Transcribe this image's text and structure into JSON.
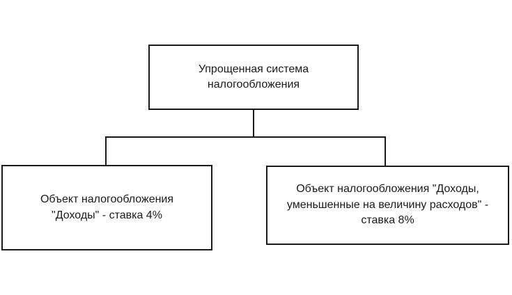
{
  "diagram": {
    "type": "flowchart",
    "root": {
      "label": "Упрощенная система налогообложения"
    },
    "children": [
      {
        "label": "Объект налогообложения \"Доходы\" - ставка 4%"
      },
      {
        "label": "Объект налогообложения \"Доходы, уменьшенные на величину расходов\" - ставка 8%"
      }
    ],
    "colors": {
      "border": "#1a1a1a",
      "line": "#1a1a1a",
      "text": "#1a1a1a",
      "background": "#ffffff"
    }
  }
}
